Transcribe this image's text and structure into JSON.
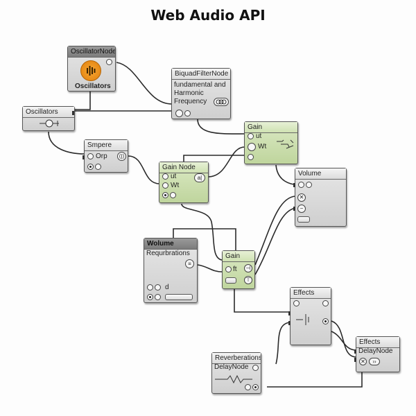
{
  "title": "Web Audio API",
  "nodes": {
    "oscillator_node": {
      "header": "OscillatorNode",
      "label": "Oscillators"
    },
    "biquad": {
      "header": "BiquadFilterNode",
      "line1": "fundamental and",
      "line2": "Harmonic",
      "line3": "Frequency"
    },
    "oscillators_small": {
      "header": "Oscillators"
    },
    "smpere": {
      "header": "Smpere",
      "port1": "Orp",
      "icon": "⟨|⟩"
    },
    "gain_top": {
      "header": "Gain",
      "port1": "ut",
      "port2": "Wt"
    },
    "gain_node": {
      "header": "Gain Node",
      "port1": "ut",
      "port2": "Wt",
      "icon": "a|"
    },
    "volume_right": {
      "header": "Volume"
    },
    "volume_left": {
      "header": "Wolume",
      "label": "Requrbrations",
      "row_label": "d"
    },
    "gain_mid": {
      "header": "Gain",
      "port1": "ft"
    },
    "effects_mid": {
      "header": "Effects"
    },
    "effects_right": {
      "header": "Effects",
      "label": "DelayNode"
    },
    "reverberations": {
      "header": "Reverberations",
      "label": "DelayNode"
    }
  }
}
